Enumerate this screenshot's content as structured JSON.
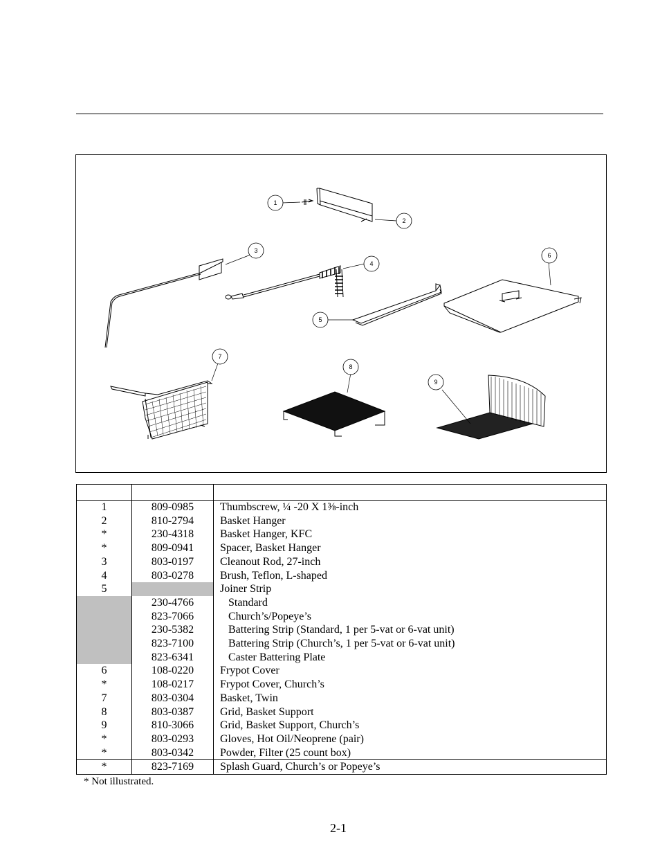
{
  "figure": {
    "callouts": [
      "1",
      "2",
      "3",
      "4",
      "5",
      "6",
      "7",
      "8",
      "9"
    ]
  },
  "table": {
    "rows": [
      {
        "item": "1",
        "part": "809-0985",
        "desc": "Thumbscrew, ¼ -20 X 1⅜-inch"
      },
      {
        "item": "2",
        "part": "810-2794",
        "desc": "Basket Hanger"
      },
      {
        "item": "*",
        "part": "230-4318",
        "desc": "Basket Hanger, KFC"
      },
      {
        "item": "*",
        "part": "809-0941",
        "desc": "Spacer, Basket Hanger"
      },
      {
        "item": "3",
        "part": "803-0197",
        "desc": "Cleanout Rod, 27-inch"
      },
      {
        "item": "4",
        "part": "803-0278",
        "desc": "Brush, Teflon, L-shaped"
      },
      {
        "item": "5",
        "part": "",
        "desc": "Joiner Strip"
      },
      {
        "item": "",
        "part": "230-4766",
        "desc": "Standard"
      },
      {
        "item": "",
        "part": "823-7066",
        "desc": "Church’s/Popeye’s"
      },
      {
        "item": "",
        "part": "230-5382",
        "desc": "Battering Strip (Standard, 1 per 5-vat or 6-vat unit)"
      },
      {
        "item": "",
        "part": "823-7100",
        "desc": "Battering Strip (Church’s, 1 per 5-vat or 6-vat unit)"
      },
      {
        "item": "",
        "part": "823-6341",
        "desc": "Caster Battering Plate"
      },
      {
        "item": "6",
        "part": "108-0220",
        "desc": "Frypot Cover"
      },
      {
        "item": "*",
        "part": "108-0217",
        "desc": "Frypot Cover, Church’s"
      },
      {
        "item": "7",
        "part": "803-0304",
        "desc": "Basket, Twin"
      },
      {
        "item": "8",
        "part": "803-0387",
        "desc": "Grid, Basket Support"
      },
      {
        "item": "9",
        "part": "810-3066",
        "desc": "Grid, Basket Support, Church’s"
      },
      {
        "item": "*",
        "part": "803-0293",
        "desc": "Gloves, Hot Oil/Neoprene (pair)"
      },
      {
        "item": "*",
        "part": "803-0342",
        "desc": "Powder, Filter (25 count box)"
      },
      {
        "item": "*",
        "part": "823-7169",
        "desc": "Splash Guard, Church’s or Popeye’s"
      }
    ]
  },
  "footnote": "* Not illustrated.",
  "page_number": "2-1"
}
